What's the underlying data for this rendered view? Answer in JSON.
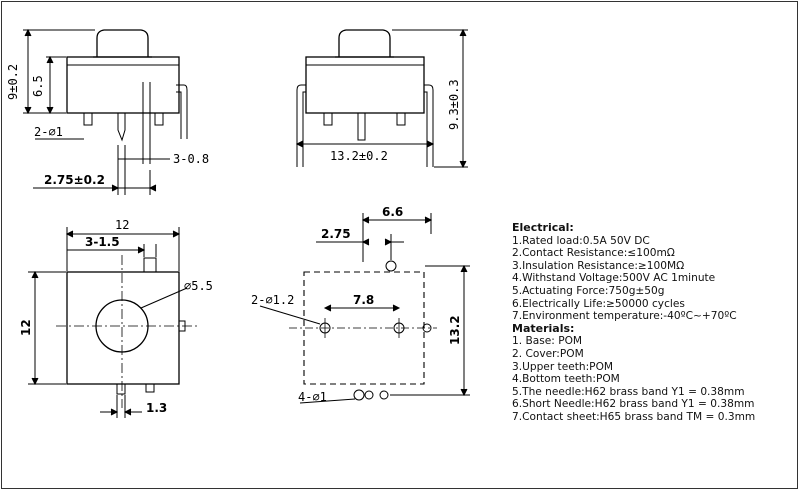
{
  "dims": {
    "v1_height": "9±0.2",
    "v1_body": "6.5",
    "v1_hole": "2-⌀1",
    "v1_pin": "3-0.8",
    "v1_offset": "2.75±0.2",
    "v2_height": "9.3±0.3",
    "v2_width": "13.2±0.2",
    "v3_width": "12",
    "v3_spacing": "3-1.5",
    "v3_dia": "⌀5.5",
    "v3_height": "12",
    "v3_pin": "1.3",
    "v4_width": "6.6",
    "v4_offset": "2.75",
    "v4_hole2": "2-⌀1.2",
    "v4_spacing": "7.8",
    "v4_height": "13.2",
    "v4_hole4": "4-⌀1"
  },
  "specs": {
    "electrical_heading": "Electrical:",
    "electrical": [
      "1.Rated load:0.5A 50V DC",
      "2.Contact Resistance:≤100mΩ",
      "3.Insulation Resistance:≥100MΩ",
      "4.Withstand Voltage:500V AC 1minute",
      "5.Actuating Force:750g±50g",
      "6.Electrically Life:≥50000 cycles",
      "7.Environment temperature:-40ºC~+70ºC"
    ],
    "materials_heading": "Materials:",
    "materials": [
      "1. Base: POM",
      "2. Cover:POM",
      "3.Upper teeth:POM",
      "4.Bottom teeth:POM",
      "5.The needle:H62 brass band Y1 = 0.38mm",
      "6.Short Needle:H62 brass band Y1 = 0.38mm",
      "7.Contact sheet:H65 brass band TM = 0.3mm"
    ]
  }
}
